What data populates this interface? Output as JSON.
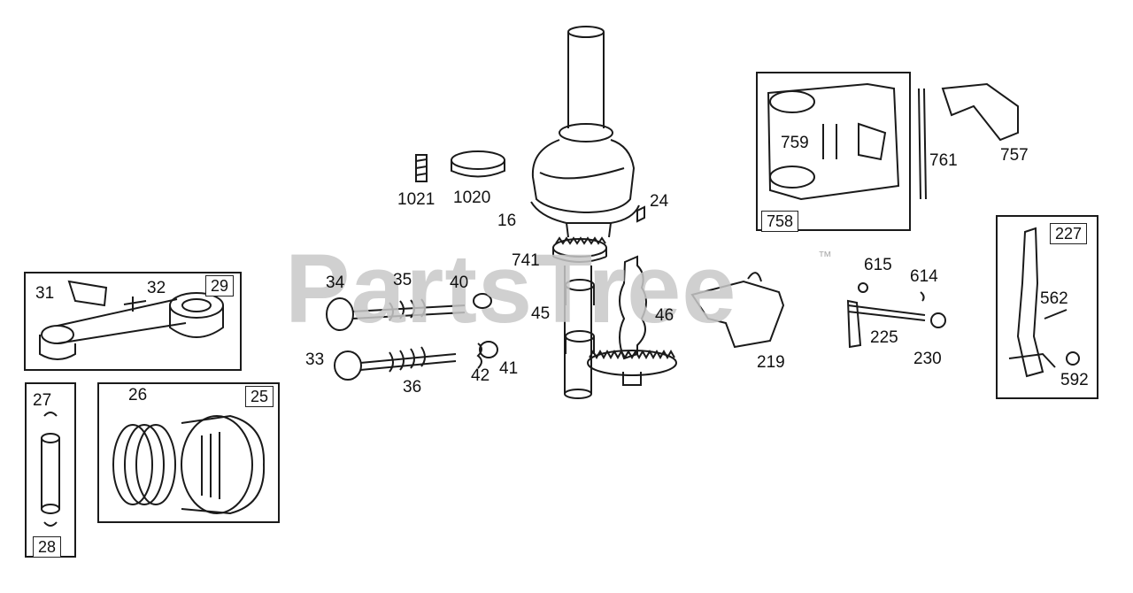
{
  "watermark": {
    "text": "PartsTree",
    "trademark": "™"
  },
  "colors": {
    "line": "#1a1a1a",
    "watermark": "#c8c8c8",
    "background": "#ffffff"
  },
  "boxes": {
    "b29": "29",
    "b25": "25",
    "b28": "28",
    "b27": "27",
    "b758": "758",
    "b227": "227"
  },
  "labels": {
    "l1021": "1021",
    "l1020": "1020",
    "l16": "16",
    "l24": "24",
    "l741": "741",
    "l34": "34",
    "l35": "35",
    "l40": "40",
    "l45": "45",
    "l46": "46",
    "l33": "33",
    "l36": "36",
    "l42": "42",
    "l41": "41",
    "l31": "31",
    "l32": "32",
    "l26": "26",
    "l759": "759",
    "l761": "761",
    "l757": "757",
    "l615": "615",
    "l614": "614",
    "l225": "225",
    "l230": "230",
    "l219": "219",
    "l562": "562",
    "l592": "592"
  }
}
